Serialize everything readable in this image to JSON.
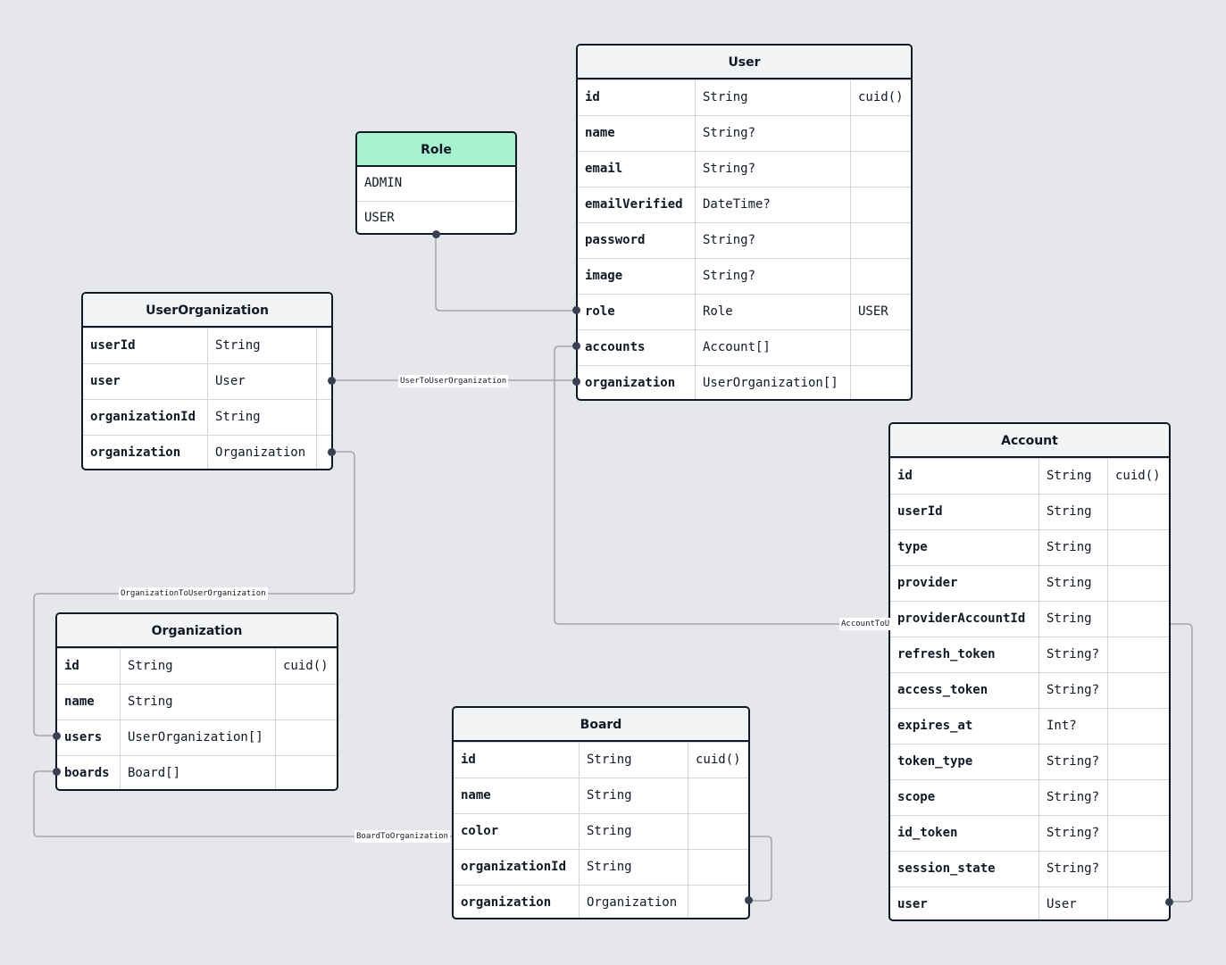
{
  "models": {
    "role": {
      "name": "Role",
      "values": [
        "ADMIN",
        "USER"
      ]
    },
    "user": {
      "name": "User",
      "fields": [
        [
          "id",
          "String",
          "cuid()"
        ],
        [
          "name",
          "String?",
          ""
        ],
        [
          "email",
          "String?",
          ""
        ],
        [
          "emailVerified",
          "DateTime?",
          ""
        ],
        [
          "password",
          "String?",
          ""
        ],
        [
          "image",
          "String?",
          ""
        ],
        [
          "role",
          "Role",
          "USER"
        ],
        [
          "accounts",
          "Account[]",
          ""
        ],
        [
          "organization",
          "UserOrganization[]",
          ""
        ]
      ]
    },
    "userOrganization": {
      "name": "UserOrganization",
      "fields": [
        [
          "userId",
          "String",
          ""
        ],
        [
          "user",
          "User",
          ""
        ],
        [
          "organizationId",
          "String",
          ""
        ],
        [
          "organization",
          "Organization",
          ""
        ]
      ]
    },
    "organization": {
      "name": "Organization",
      "fields": [
        [
          "id",
          "String",
          "cuid()"
        ],
        [
          "name",
          "String",
          ""
        ],
        [
          "users",
          "UserOrganization[]",
          ""
        ],
        [
          "boards",
          "Board[]",
          ""
        ]
      ]
    },
    "board": {
      "name": "Board",
      "fields": [
        [
          "id",
          "String",
          "cuid()"
        ],
        [
          "name",
          "String",
          ""
        ],
        [
          "color",
          "String",
          ""
        ],
        [
          "organizationId",
          "String",
          ""
        ],
        [
          "organization",
          "Organization",
          ""
        ]
      ]
    },
    "account": {
      "name": "Account",
      "fields": [
        [
          "id",
          "String",
          "cuid()"
        ],
        [
          "userId",
          "String",
          ""
        ],
        [
          "type",
          "String",
          ""
        ],
        [
          "provider",
          "String",
          ""
        ],
        [
          "providerAccountId",
          "String",
          ""
        ],
        [
          "refresh_token",
          "String?",
          ""
        ],
        [
          "access_token",
          "String?",
          ""
        ],
        [
          "expires_at",
          "Int?",
          ""
        ],
        [
          "token_type",
          "String?",
          ""
        ],
        [
          "scope",
          "String?",
          ""
        ],
        [
          "id_token",
          "String?",
          ""
        ],
        [
          "session_state",
          "String?",
          ""
        ],
        [
          "user",
          "User",
          ""
        ]
      ]
    }
  },
  "relations": {
    "user_to_user_organization": "UserToUserOrganization",
    "organization_to_user_organization": "OrganizationToUserOrganization",
    "account_to_user": "AccountToU",
    "board_to_organization": "BoardToOrganization"
  },
  "colors": {
    "canvas": "#e5e7eb",
    "edge": "#9ca3af",
    "enum_header": "#a7f3d0",
    "border": "#111827",
    "dot": "#374151"
  }
}
